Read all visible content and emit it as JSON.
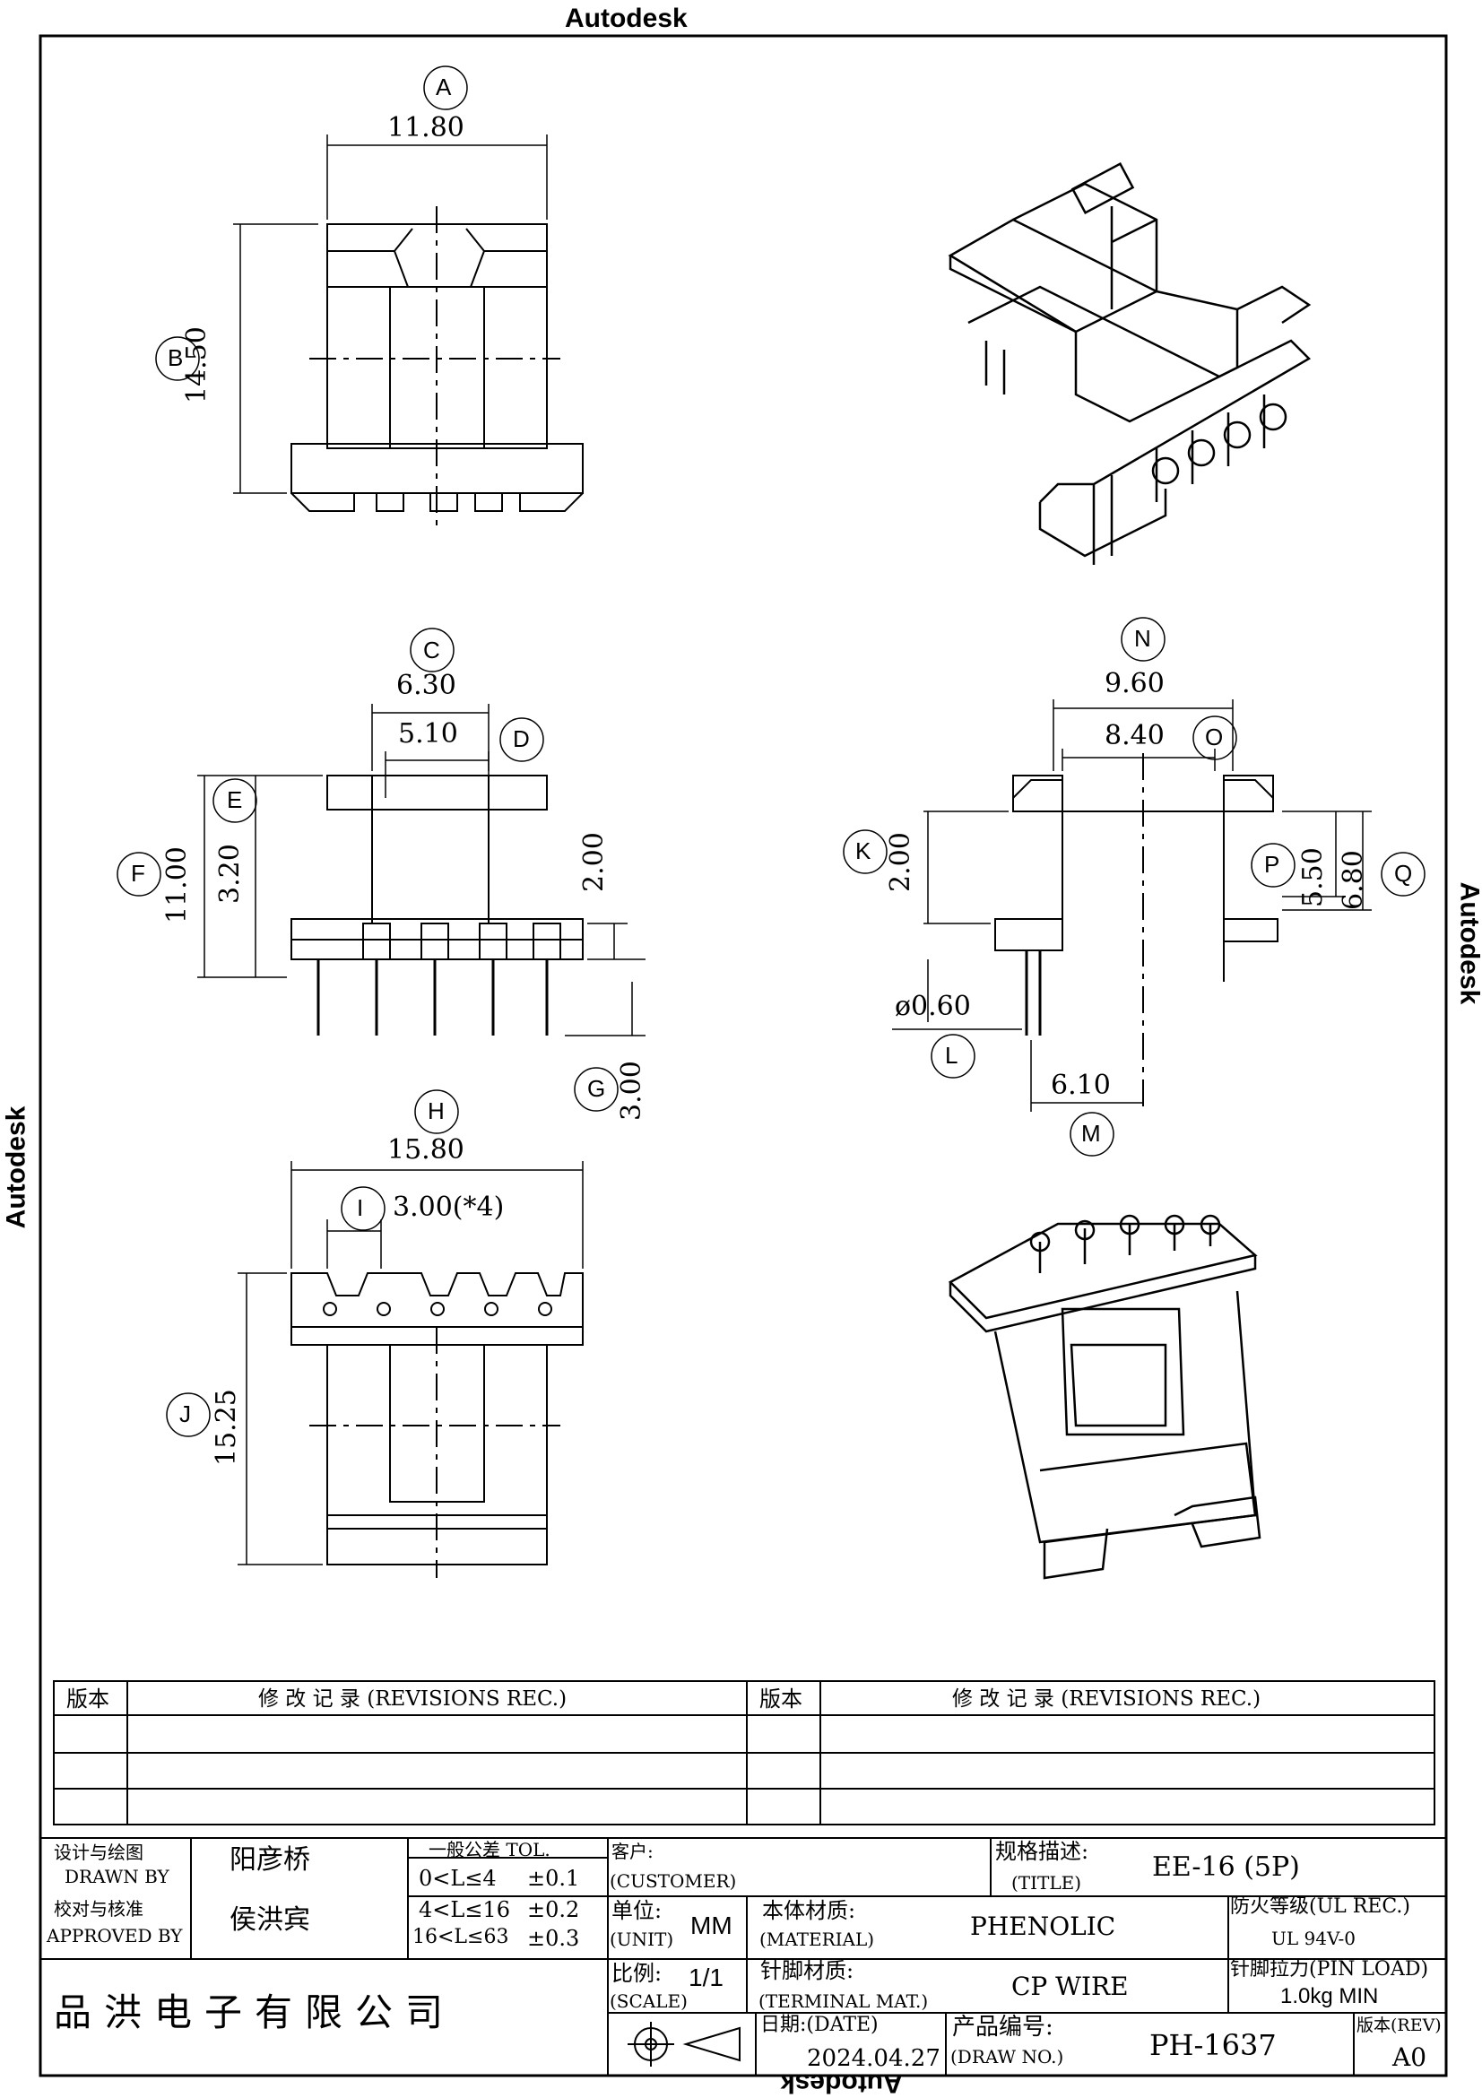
{
  "watermarks": {
    "top": "Autodesk",
    "bottom": "Autodesk",
    "left": "Autodesk",
    "right": "Autodesk"
  },
  "views": {
    "top_view": {
      "a_tag": "A",
      "a_value": "11.80",
      "b_tag": "B",
      "b_value": "14.50"
    },
    "front_view": {
      "c_tag": "C",
      "c_value": "6.30",
      "d_value": "5.10",
      "d_tag": "D",
      "e_tag": "E",
      "e_value": "3.20",
      "f_tag": "F",
      "f_value": "11.00",
      "h2_value": "2.00",
      "g_tag": "G",
      "g_value": "3.00"
    },
    "side_view": {
      "n_tag": "N",
      "n_value": "9.60",
      "o_value": "8.40",
      "o_tag": "O",
      "k_tag": "K",
      "k_value": "2.00",
      "p_tag": "P",
      "p_value": "5.50",
      "q_value": "6.80",
      "q_tag": "Q",
      "l_value": "ø0.60",
      "l_tag": "L",
      "m_value": "6.10",
      "m_tag": "M"
    },
    "bottom_view": {
      "h_tag": "H",
      "h_value": "15.80",
      "i_tag": "I",
      "i_value": "3.00(*4)",
      "j_tag": "J",
      "j_value": "15.25"
    }
  },
  "revisions": {
    "col_version": "版本",
    "col_record": "修 改 记 录  (REVISIONS REC.)"
  },
  "title_block": {
    "designed_label": "设计与绘图",
    "drawn_by_label": "DRAWN BY",
    "drawn_by": "阳彦桥",
    "approved_label": "校对与核准",
    "approved_by_label": "APPROVED BY",
    "approved_by": "侯洪宾",
    "tol_label": "一般公差 TOL.",
    "tol_rows": [
      {
        "range": "0<L≤4",
        "tol": "±0.1"
      },
      {
        "range": "4<L≤16",
        "tol": "±0.2"
      },
      {
        "range": "16<L≤63",
        "tol": "±0.3"
      }
    ],
    "customer_label": "客户:",
    "customer_en": "(CUSTOMER)",
    "unit_label": "单位:",
    "unit_en": "(UNIT)",
    "unit": "MM",
    "scale_label": "比例:",
    "scale_en": "(SCALE)",
    "scale": "1/1",
    "title_label": "规格描述:",
    "title_en": "(TITLE)",
    "title": "EE-16 (5P)",
    "material_label": "本体材质:",
    "material_en": "(MATERIAL)",
    "material": "PHENOLIC",
    "terminal_label": "针脚材质:",
    "terminal_en": "(TERMINAL MAT.)",
    "terminal": "CP WIRE",
    "fire_label": "防火等级(UL REC.)",
    "fire": "UL 94V-0",
    "pin_load_label": "针脚拉力(PIN LOAD)",
    "pin_load": "1.0kg MIN",
    "date_label": "日期:(DATE)",
    "date": "2024.04.27",
    "draw_no_label": "产品编号:",
    "draw_no_en": "(DRAW NO.)",
    "draw_no": "PH-1637",
    "rev_label": "版本(REV)",
    "rev": "A0",
    "company": "品洪电子有限公司"
  }
}
